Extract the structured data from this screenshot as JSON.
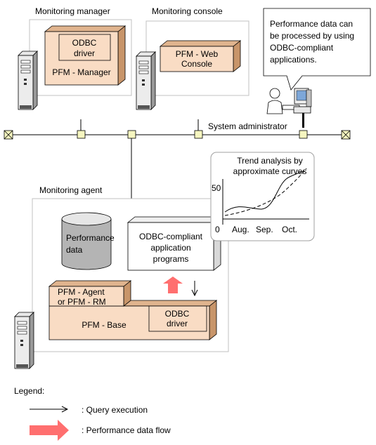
{
  "manager": {
    "title": "Monitoring manager",
    "odbc_line1": "ODBC",
    "odbc_line2": "driver",
    "product": "PFM - Manager"
  },
  "console": {
    "title": "Monitoring console",
    "product_line1": "PFM - Web",
    "product_line2": "Console"
  },
  "callout": {
    "line1": "Performance data can",
    "line2": "be processed by using",
    "line3": "ODBC-compliant",
    "line4": "applications."
  },
  "admin_label": "System administrator",
  "trend": {
    "title_line1": "Trend analysis by",
    "title_line2": "approximate curves",
    "y_label_top": "50",
    "y_label_zero": "0",
    "x_labels": [
      "Aug.",
      "Sep.",
      "Oct."
    ]
  },
  "agent": {
    "title": "Monitoring agent",
    "db_line1": "Performance",
    "db_line2": "data",
    "app_line1": "ODBC-compliant",
    "app_line2": "application",
    "app_line3": "programs",
    "agent_line1": "PFM - Agent",
    "agent_line2": "or PFM - RM",
    "base": "PFM - Base",
    "odbc_line1": "ODBC",
    "odbc_line2": "driver"
  },
  "legend": {
    "title": "Legend:",
    "query": ": Query execution",
    "flow": ": Performance data flow"
  },
  "colors": {
    "component_fill": "#f9dcc4",
    "component_side": "#c8956a",
    "node_fill": "#f6f6c0",
    "flow_arrow": "#ff6f6f",
    "frame": "#c0c0c0"
  }
}
